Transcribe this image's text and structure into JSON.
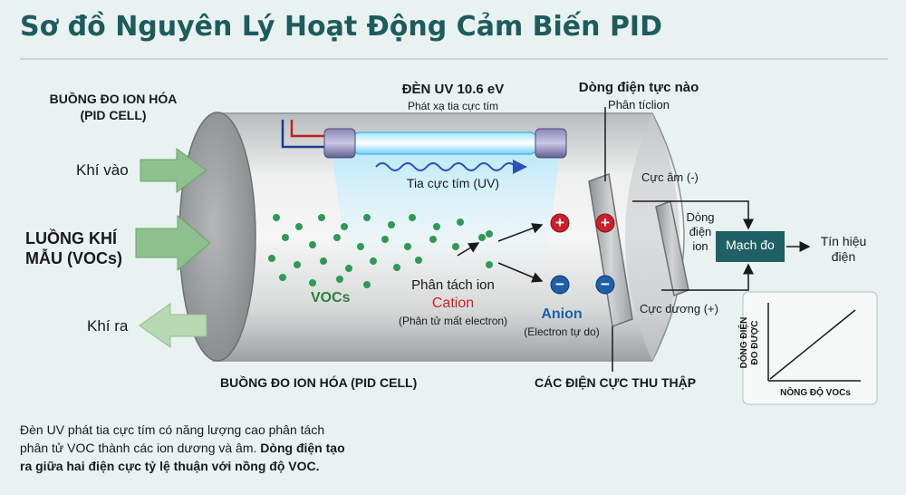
{
  "title": "Sơ đồ Nguyên Lý Hoạt Động Cảm Biến PID",
  "labels": {
    "pid_cell_top_1": "BUỒNG ĐO ION HÓA",
    "pid_cell_top_2": "(PID CELL)",
    "gas_in": "Khí vào",
    "sample_flow_1": "LUỒNG KHÍ",
    "sample_flow_2": "MẪU (VOCs)",
    "gas_out": "Khí ra",
    "uv_lamp_title": "ĐÈN UV 10.6 eV",
    "uv_lamp_sub": "Phát xạ tia cực tím",
    "uv_ray": "Tia cực tím (UV)",
    "vocs": "VOCs",
    "ion_separation": "Phân tách ion",
    "cation": "Cation",
    "cation_sub": "(Phân tử mất electron)",
    "anion": "Anion",
    "anion_sub": "(Electron tự do)",
    "current_1": "Dòng điện tực nào",
    "current_2": "Phân tíclion",
    "neg_electrode": "Cực âm (-)",
    "ion_current_1": "Dòng",
    "ion_current_2": "điện",
    "ion_current_3": "ion",
    "pos_electrode": "Cực dương (+)",
    "circuit": "Mạch đo",
    "signal_1": "Tín hiệu",
    "signal_2": "điện",
    "pid_cell_bottom": "BUỒNG ĐO ION HÓA (PID CELL)",
    "collector_electrodes": "CÁC ĐIỆN CỰC THU THẬP",
    "graph_y_1": "DÒNG ĐIỆN",
    "graph_y_2": "ĐO ĐƯỢC",
    "graph_x": "NỒNG ĐỘ VOCs",
    "plus": "+",
    "minus": "−"
  },
  "description": {
    "line1": "Đèn UV phát tia cực tím có năng lượng cao phân tách",
    "line2_normal": "phân tử VOC thành các ion dương và âm.",
    "line2_bold": "Dòng điện tạo",
    "line3": "ra giữa hai điện cực tỷ lệ thuận với nồng độ VOC."
  },
  "colors": {
    "title": "#1d5c5c",
    "circuit_box": "#1f5f66",
    "arrow_green": "#8dc08d",
    "voc_dot": "#2e9a55",
    "cation": "#cc1f2a",
    "anion": "#1f5fa8"
  }
}
